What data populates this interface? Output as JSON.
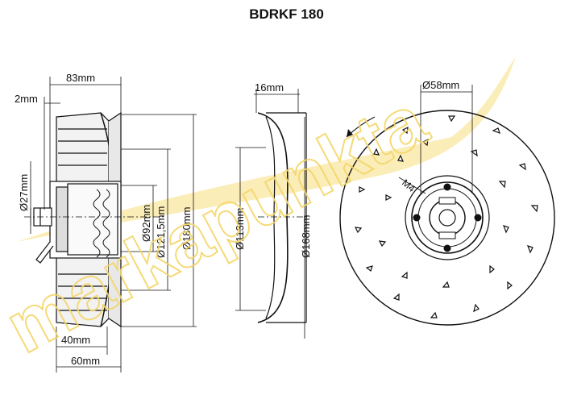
{
  "title": "BDRKF 180",
  "watermark": "markapunkta",
  "colors": {
    "line": "#111111",
    "watermark": "#f5d76e",
    "background": "#ffffff"
  },
  "dimensions": {
    "side_width": "83mm",
    "flange": "2mm",
    "shaft": "Ø27mm",
    "inner_92": "Ø92mm",
    "inner_121": "Ø121,5mm",
    "outer_180": "Ø180mm",
    "depth_40": "40mm",
    "depth_60": "60mm",
    "ring_width": "16mm",
    "ring_inner": "Ø113mm",
    "ring_outer": "Ø168mm",
    "hub": "Ø58mm",
    "thread": "M4"
  }
}
